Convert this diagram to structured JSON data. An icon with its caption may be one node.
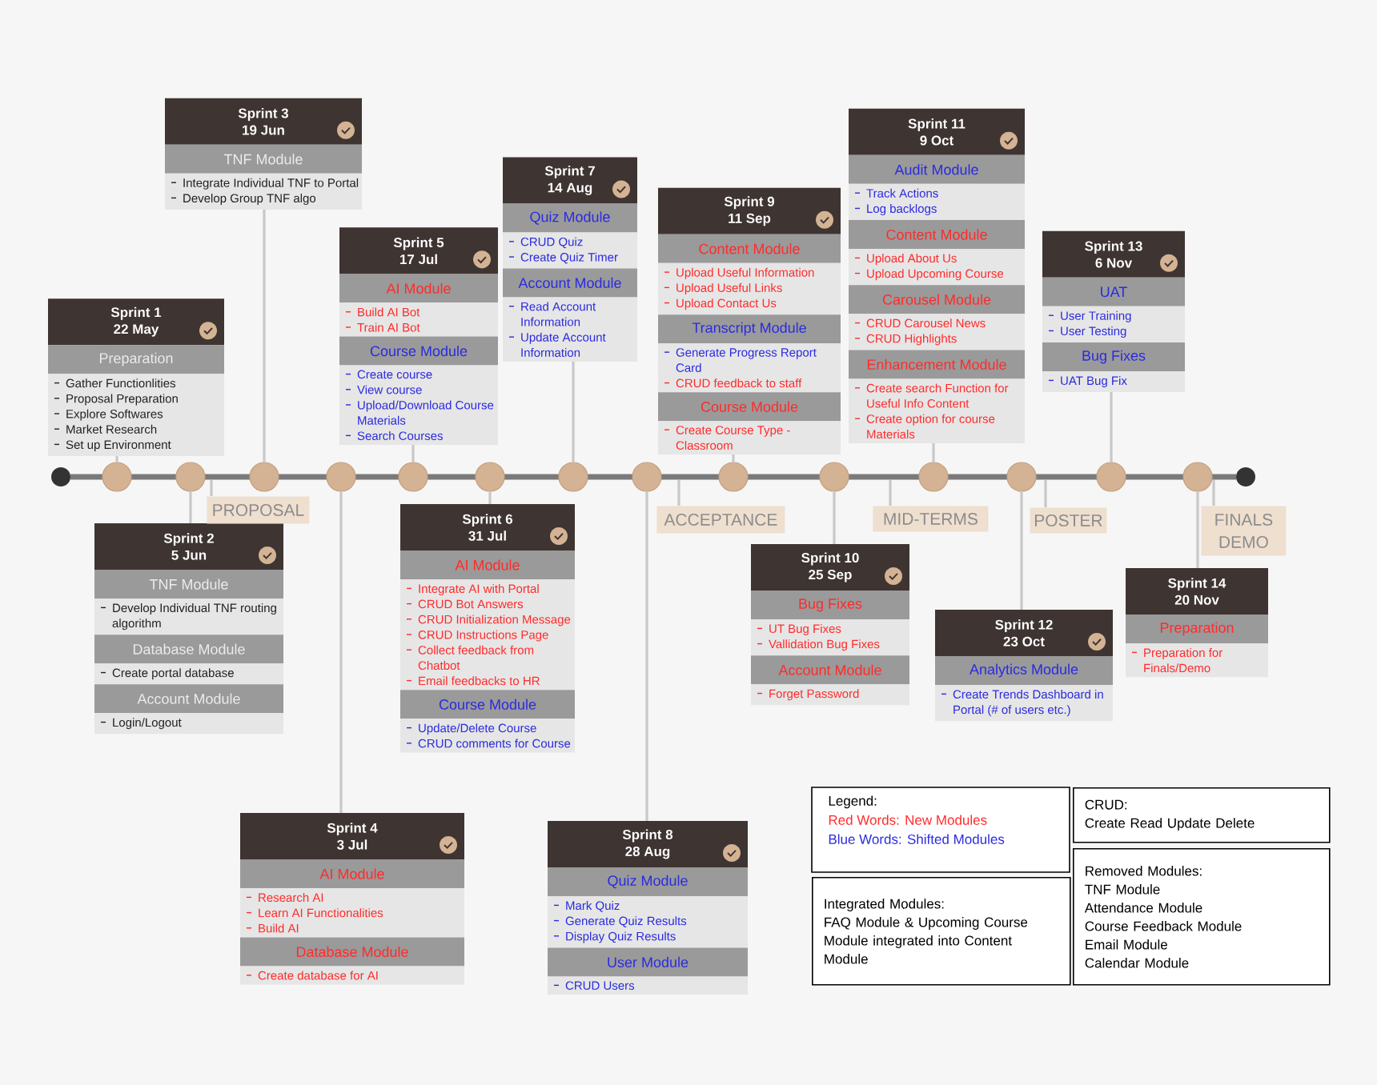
{
  "diagram": {
    "nodes": [
      {
        "text": [
          "Sprint 1",
          "22 May",
          "Preparation",
          "Gather Functionlities",
          "Proposal Preparation",
          "Explore Softwares",
          "Market Research",
          "Set up Environment"
        ]
      },
      {
        "text": [
          "Sprint 2",
          "5 Jun",
          "TNF Module",
          "Develop Individual TNF routing algorithm",
          "Database Module",
          "Create portal database",
          "Account Module",
          "Login/Logout"
        ]
      },
      {
        "text": [
          "Sprint 3",
          "19 Jun",
          "TNF Module",
          "Integrate Individual TNF to Portal",
          "Develop Group TNF algo"
        ]
      },
      {
        "text": [
          "Sprint 4",
          "3 Jul",
          "AI Module",
          "Research AI",
          "Learn AI Functionalities",
          "Build AI",
          "Database Module",
          "Create database for AI"
        ]
      },
      {
        "text": [
          "Sprint 5",
          "17 Jul",
          "AI Module",
          "Build AI Bot",
          "Train AI Bot",
          "Course Module",
          "Create course",
          "View course",
          "Upload/Download Course Materials",
          "Search Courses"
        ]
      },
      {
        "text": [
          "Sprint 6",
          "31 Jul",
          "AI Module",
          "Integrate AI with Portal",
          "CRUD Bot Answers",
          "CRUD Initialization Message",
          "CRUD Instructions Page",
          "Collect feedback from Chatbot",
          "Email feedbacks to HR",
          "Course Module",
          "Update/Delete Course",
          "CRUD comments for Course"
        ]
      },
      {
        "text": [
          "Sprint 7",
          "14 Aug",
          "Quiz Module",
          "CRUD Quiz",
          "Create Quiz Timer",
          "Account Module",
          "Read Account Information",
          "Update Account Information"
        ]
      },
      {
        "text": [
          "Sprint 8",
          "28 Aug",
          "Quiz Module",
          "Mark Quiz",
          "Generate Quiz Results",
          "Display Quiz Results",
          "User Module",
          "CRUD Users"
        ]
      },
      {
        "text": [
          "Sprint 9",
          "11 Sep",
          "Content Module",
          "Upload Useful Information",
          "Upload Useful Links",
          "Upload Contact Us",
          "Transcript Module",
          "Generate Progress Report Card",
          "CRUD feedback to staff",
          "Course Module",
          "Create Course Type - Classroom"
        ]
      },
      {
        "text": [
          "Sprint 10",
          "25 Sep",
          "Bug Fixes",
          "UT Bug Fixes",
          "Vallidation Bug Fixes",
          "Account Module",
          "Forget Password"
        ]
      },
      {
        "text": [
          "Sprint 11",
          "9 Oct",
          "Audit Module",
          "Track Actions",
          "Log backlogs",
          "Content Module",
          "Upload About Us",
          "Upload Upcoming Course",
          "Carousel Module",
          "CRUD Carousel News",
          "CRUD Highlights",
          "Enhancement Module",
          "Create search Function for Useful Info Content",
          "Create option for course Materials"
        ]
      },
      {
        "text": [
          "Sprint 12",
          "23 Oct",
          "Analytics Module",
          "Create Trends Dashboard in Portal (# of users etc.)"
        ]
      },
      {
        "text": [
          "Sprint 13",
          "6 Nov",
          "UAT",
          "User Training",
          "User Testing",
          "Bug Fixes",
          "UAT Bug Fix"
        ]
      },
      {
        "text": [
          "Sprint 14",
          "20 Nov",
          "Preparation",
          "Preparation for Finals/Demo"
        ]
      },
      {
        "text": [],
        "shape": "circle"
      },
      {
        "text": [],
        "shape": "circle"
      },
      {
        "text": [],
        "shape": "circle"
      },
      {
        "text": [],
        "shape": "circle"
      },
      {
        "text": [],
        "shape": "circle"
      },
      {
        "text": [],
        "shape": "circle"
      },
      {
        "text": [],
        "shape": "circle"
      },
      {
        "text": [],
        "shape": "circle"
      },
      {
        "text": [],
        "shape": "circle"
      },
      {
        "text": [],
        "shape": "circle"
      },
      {
        "text": [],
        "shape": "circle"
      },
      {
        "text": [],
        "shape": "circle"
      },
      {
        "text": [],
        "shape": "circle"
      },
      {
        "text": [],
        "shape": "circle"
      },
      {
        "text": [],
        "shape": "bar"
      },
      {
        "text": [
          "PROPOSAL"
        ]
      },
      {
        "text": [
          "ACCEPTANCE"
        ]
      },
      {
        "text": [
          "MID-TERMS"
        ]
      },
      {
        "text": [
          "POSTER"
        ]
      },
      {
        "text": [
          "FINALS DEMO"
        ]
      },
      {
        "text": [
          "CRUD:",
          "Create Read Update Delete"
        ]
      },
      {
        "text": [
          "Integrated Modules:",
          "FAQ Module & Upcoming Course Module integrated into Content Module"
        ]
      },
      {
        "text": [
          "Removed Modules:",
          "TNF Module",
          "Attendance Module",
          "Course Feedback Module",
          "Email Module",
          "Calendar Module"
        ]
      }
    ],
    "edges": [
      {
        "from": 0,
        "to": 14,
        "arrow": "none"
      },
      {
        "from": 1,
        "to": 15,
        "arrow": "none"
      },
      {
        "from": 2,
        "to": 16,
        "arrow": "none"
      },
      {
        "from": 3,
        "to": 17,
        "arrow": "none"
      },
      {
        "from": 4,
        "to": 18,
        "arrow": "none"
      },
      {
        "from": 5,
        "to": 19,
        "arrow": "none"
      },
      {
        "from": 6,
        "to": 20,
        "arrow": "none"
      },
      {
        "from": 7,
        "to": 21,
        "arrow": "none"
      },
      {
        "from": 8,
        "to": 22,
        "arrow": "none"
      },
      {
        "from": 9,
        "to": 23,
        "arrow": "none"
      },
      {
        "from": 10,
        "to": 24,
        "arrow": "none"
      },
      {
        "from": 11,
        "to": 25,
        "arrow": "none"
      },
      {
        "from": 12,
        "to": 26,
        "arrow": "none"
      },
      {
        "from": 13,
        "to": 27,
        "arrow": "none"
      },
      {
        "from": 29,
        "to": 28,
        "arrow": "none"
      },
      {
        "from": 30,
        "to": 28,
        "arrow": "none"
      },
      {
        "from": 31,
        "to": 28,
        "arrow": "none"
      },
      {
        "from": 32,
        "to": 28,
        "arrow": "none"
      },
      {
        "from": 33,
        "to": 28,
        "arrow": "none"
      }
    ],
    "labels": [
      "Legend:"
    ],
    "legend": [
      {
        "text": "Red Words: New Modules",
        "color": "#ff2b2b"
      },
      {
        "text": "Blue Words: Shifted Modules",
        "color": "#2b2be0"
      }
    ]
  }
}
